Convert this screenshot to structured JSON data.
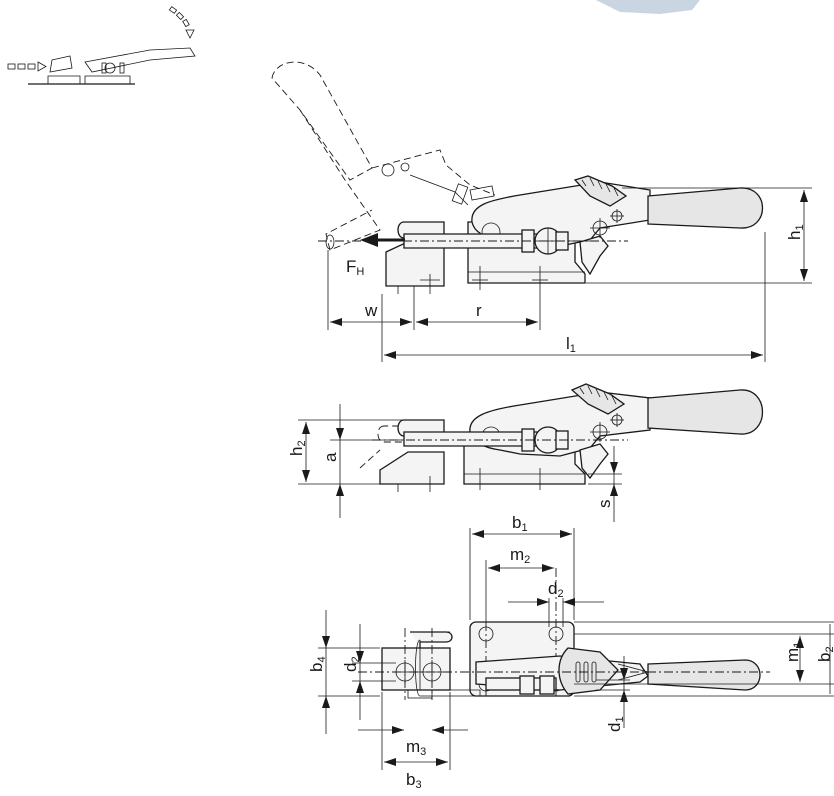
{
  "labels": {
    "force": {
      "main": "F",
      "sub": "H"
    },
    "w": "w",
    "r": "r",
    "l1": {
      "main": "l",
      "sub": "1"
    },
    "h1": {
      "main": "h",
      "sub": "1"
    },
    "h2": {
      "main": "h",
      "sub": "2"
    },
    "a": "a",
    "s": "s",
    "b1": {
      "main": "b",
      "sub": "1"
    },
    "b2": {
      "main": "b",
      "sub": "2"
    },
    "b3": {
      "main": "b",
      "sub": "3"
    },
    "b4": {
      "main": "b",
      "sub": "4"
    },
    "m1": {
      "main": "m",
      "sub": "1"
    },
    "m2": {
      "main": "m",
      "sub": "2"
    },
    "m3": {
      "main": "m",
      "sub": "3"
    },
    "d1": {
      "main": "d",
      "sub": "1"
    },
    "d2_top": {
      "main": "d",
      "sub": "2"
    },
    "d2_left": {
      "main": "d",
      "sub": "2"
    }
  },
  "colors": {
    "line": "#1a1a1a",
    "part_fill": "#f4f4f4",
    "grip_fill": "#e6e6e6"
  },
  "icons": [
    "motion-direction-icon",
    "pull-direction-arrow",
    "lever-swing-arrow"
  ]
}
